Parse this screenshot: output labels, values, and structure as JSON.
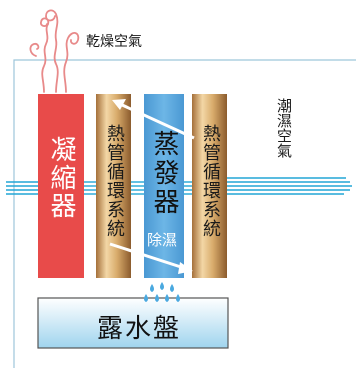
{
  "labels": {
    "dry_air": "乾燥空氣",
    "humid_air": "潮濕空氣",
    "condenser": "凝縮器",
    "heat_pipe_left": "熱管循環系統",
    "evaporator": "蒸發器",
    "dehumidify": "除濕",
    "heat_pipe_right": "熱管循環系統",
    "drip_tray": "露水盤"
  },
  "colors": {
    "condenser": "#e84b4a",
    "evaporator": "#5aa7de",
    "heat_pipe": "#d2a45f",
    "air_lines": "#22a6d6",
    "dehumidify_text": "#ffffff",
    "frame": "#9ec6da"
  }
}
